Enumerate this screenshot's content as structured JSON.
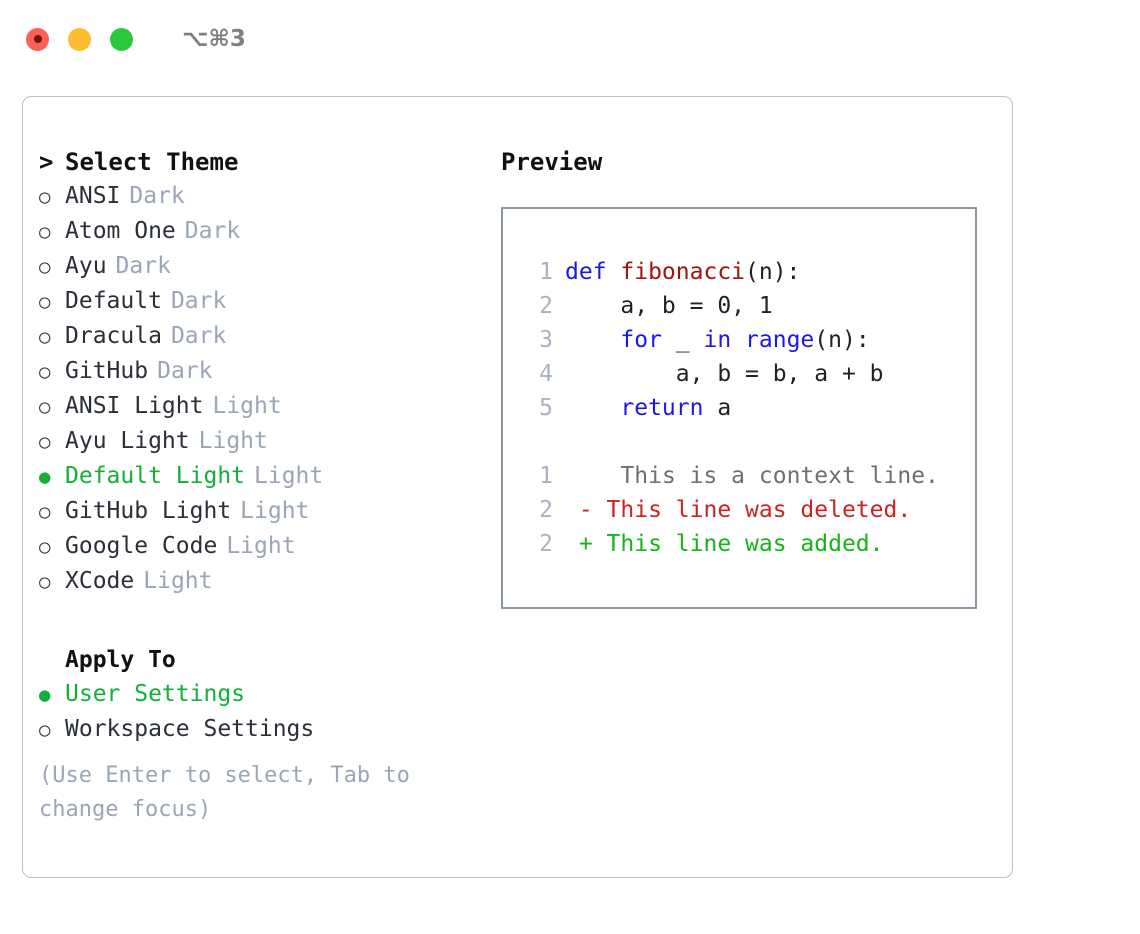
{
  "window": {
    "title": "⌥⌘3",
    "traffic_lights": [
      "close-button",
      "minimize-button",
      "maximize-button"
    ],
    "colors": {
      "close": "#fb6058",
      "minimize": "#fcbe2f",
      "maximize": "#28c83f",
      "accent_green": "#12b036",
      "badge_gray": "#9aa6b5",
      "panel_border": "#b9c0cb",
      "preview_border": "#8b97a8",
      "keyword_blue": "#1a18e8",
      "function_red": "#a11212",
      "diff_delete_red": "#cc2222",
      "diff_add_green": "#14b517"
    }
  },
  "theme_list": {
    "heading": "Select Theme",
    "caret": ">",
    "bullet_on": "●",
    "bullet_off": "○",
    "items": [
      {
        "label": "ANSI",
        "badge": "Dark",
        "selected": false
      },
      {
        "label": "Atom One",
        "badge": "Dark",
        "selected": false
      },
      {
        "label": "Ayu",
        "badge": "Dark",
        "selected": false
      },
      {
        "label": "Default",
        "badge": "Dark",
        "selected": false
      },
      {
        "label": "Dracula",
        "badge": "Dark",
        "selected": false
      },
      {
        "label": "GitHub",
        "badge": "Dark",
        "selected": false
      },
      {
        "label": "ANSI Light",
        "badge": "Light",
        "selected": false
      },
      {
        "label": "Ayu Light",
        "badge": "Light",
        "selected": false
      },
      {
        "label": "Default Light",
        "badge": "Light",
        "selected": true
      },
      {
        "label": "GitHub Light",
        "badge": "Light",
        "selected": false
      },
      {
        "label": "Google Code",
        "badge": "Light",
        "selected": false
      },
      {
        "label": "XCode",
        "badge": "Light",
        "selected": false
      }
    ]
  },
  "apply_to": {
    "heading": "Apply To",
    "items": [
      {
        "label": "User Settings",
        "selected": true
      },
      {
        "label": "Workspace Settings",
        "selected": false
      }
    ]
  },
  "hint": "(Use Enter to select, Tab to change focus)",
  "preview": {
    "title": "Preview",
    "code_lines": [
      {
        "no": "1",
        "tokens": [
          {
            "t": "def ",
            "c": "kw"
          },
          {
            "t": "fibonacci",
            "c": "fn"
          },
          {
            "t": "(n):",
            "c": "pl"
          }
        ]
      },
      {
        "no": "2",
        "tokens": [
          {
            "t": "    a, b = 0, 1",
            "c": "pl"
          }
        ]
      },
      {
        "no": "3",
        "tokens": [
          {
            "t": "    ",
            "c": "pl"
          },
          {
            "t": "for",
            "c": "kw"
          },
          {
            "t": " _ ",
            "c": "pl"
          },
          {
            "t": "in",
            "c": "kw"
          },
          {
            "t": " ",
            "c": "pl"
          },
          {
            "t": "range",
            "c": "kw"
          },
          {
            "t": "(n):",
            "c": "pl"
          }
        ]
      },
      {
        "no": "4",
        "tokens": [
          {
            "t": "        a, b = b, a + b",
            "c": "pl"
          }
        ]
      },
      {
        "no": "5",
        "tokens": [
          {
            "t": "    ",
            "c": "pl"
          },
          {
            "t": "return",
            "c": "kw"
          },
          {
            "t": " a",
            "c": "pl"
          }
        ]
      }
    ],
    "diff_lines": [
      {
        "no": "1",
        "marker": " ",
        "text": "  This is a context line.",
        "kind": "diff-ctx"
      },
      {
        "no": "2",
        "marker": "-",
        "text": " This line was deleted.",
        "kind": "diff-del"
      },
      {
        "no": "2",
        "marker": "+",
        "text": " This line was added.",
        "kind": "diff-add"
      }
    ]
  }
}
